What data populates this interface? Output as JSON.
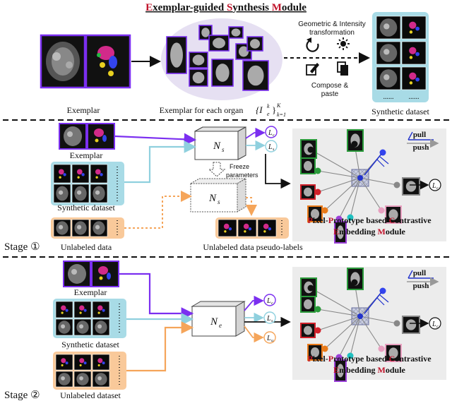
{
  "module_title": {
    "parts": [
      {
        "text": "E",
        "red": true
      },
      {
        "text": "xemplar-guided ",
        "red": false
      },
      {
        "text": "S",
        "red": true
      },
      {
        "text": "ynthesis ",
        "red": false
      },
      {
        "text": "M",
        "red": true
      },
      {
        "text": "odule",
        "red": false
      }
    ]
  },
  "top": {
    "exemplar_label": "Exemplar",
    "organ_label": "Exemplar for each organ",
    "organ_formula_main": "{I",
    "organ_formula_sup": "k",
    "organ_formula_sub": "e",
    "organ_formula_close": "}",
    "organ_formula_lim_top": "K",
    "organ_formula_lim_bottom": "k=1",
    "transform_label_1": "Geometric & Intensity",
    "transform_label_2": "transformation",
    "compose_label_1": "Compose &",
    "compose_label_2": "paste",
    "synthetic_label": "Synthetic dataset",
    "dots": "......"
  },
  "stage1": {
    "stage_label": "Stage ①",
    "exemplar_label": "Exemplar",
    "synthetic_label": "Synthetic dataset",
    "unlabeled_label": "Unlabeled data",
    "pseudo_label": "Unlabeled data pseudo-labels",
    "freeze_1": "Freeze",
    "freeze_2": "parameters",
    "network_1": "N",
    "network_1_sub": "s",
    "network_2": "N",
    "network_2_sub": "s",
    "loss_c": "L",
    "loss_c_sub": "c",
    "loss_s": "L",
    "loss_s_sub": "s",
    "loss_c2": "L",
    "loss_c2_sub": "c"
  },
  "stage2": {
    "stage_label": "Stage ②",
    "exemplar_label": "Exemplar",
    "synthetic_label": "Synthetic dataset",
    "unlabeled_label": "Unlabeled dataset",
    "network": "N",
    "network_sub": "e",
    "loss_c": "L",
    "loss_c_sub": "c",
    "loss_s": "L",
    "loss_s_sub": "s",
    "loss_u": "L",
    "loss_u_sub": "u",
    "loss_c2": "L",
    "loss_c2_sub": "c"
  },
  "ppcem": {
    "pull": "pull",
    "push": "push",
    "title_line1_parts": [
      {
        "text": "P",
        "red": true
      },
      {
        "text": "ixel-",
        "red": false
      },
      {
        "text": "P",
        "red": true
      },
      {
        "text": "rototype based ",
        "red": false
      },
      {
        "text": "C",
        "red": true
      },
      {
        "text": "ontrastive",
        "red": false
      }
    ],
    "title_line2_parts": [
      {
        "text": "E",
        "red": true
      },
      {
        "text": "mbedding ",
        "red": false
      },
      {
        "text": "M",
        "red": true
      },
      {
        "text": "odule",
        "red": false
      }
    ]
  },
  "colors": {
    "purple": "#7b2ff0",
    "cyan": "#9fd9e6",
    "orange": "#f5a55a",
    "red_accent": "#c0122a",
    "panel_bg": "#ececec",
    "lavender": "#e6e0f2"
  }
}
